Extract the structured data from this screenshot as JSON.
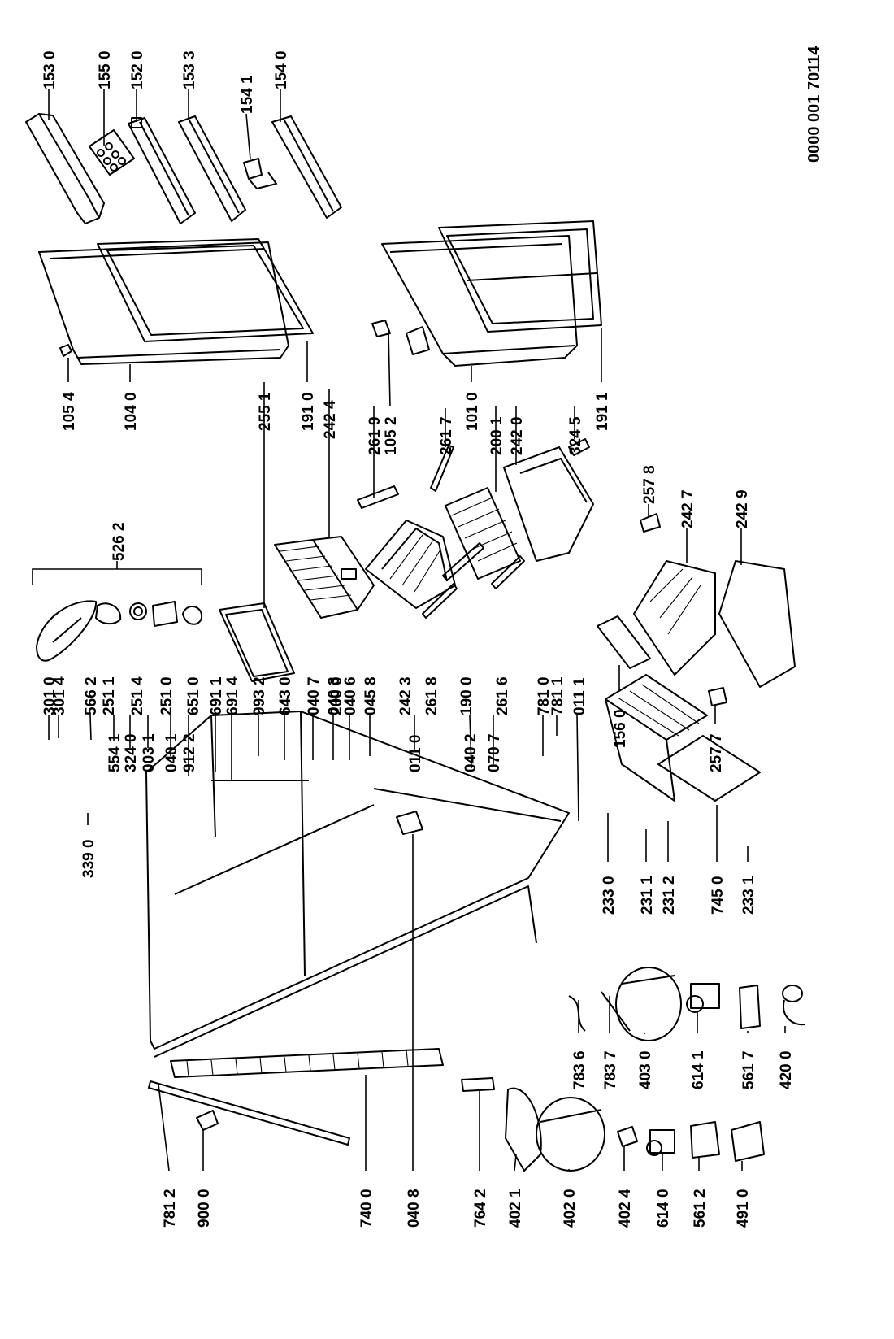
{
  "drawing_number": "0000 001 70114",
  "labels": [
    {
      "id": "l1530",
      "text": "153 0"
    },
    {
      "id": "l1550",
      "text": "155 0"
    },
    {
      "id": "l1520",
      "text": "152 0"
    },
    {
      "id": "l1533",
      "text": "153 3"
    },
    {
      "id": "l1541",
      "text": "154 1"
    },
    {
      "id": "l1540",
      "text": "154 0"
    },
    {
      "id": "l1054",
      "text": "105 4"
    },
    {
      "id": "l1040",
      "text": "104 0"
    },
    {
      "id": "l2551",
      "text": "255 1"
    },
    {
      "id": "l1910",
      "text": "191 0"
    },
    {
      "id": "l2424",
      "text": "242 4"
    },
    {
      "id": "l2619",
      "text": "261 9"
    },
    {
      "id": "l1052",
      "text": "105 2"
    },
    {
      "id": "l2617",
      "text": "261 7"
    },
    {
      "id": "l1010",
      "text": "101 0"
    },
    {
      "id": "l2001",
      "text": "200 1"
    },
    {
      "id": "l2420",
      "text": "242 0"
    },
    {
      "id": "l3245",
      "text": "324 5"
    },
    {
      "id": "l1911",
      "text": "191 1"
    },
    {
      "id": "l5262",
      "text": "526 2"
    },
    {
      "id": "l2511",
      "text": "251 1"
    },
    {
      "id": "l2514",
      "text": "251 4"
    },
    {
      "id": "l2510",
      "text": "251 0"
    },
    {
      "id": "l6510",
      "text": "651 0"
    },
    {
      "id": "l2000",
      "text": "200 0"
    },
    {
      "id": "l2423",
      "text": "242 3"
    },
    {
      "id": "l2618",
      "text": "261 8"
    },
    {
      "id": "l1900",
      "text": "190 0"
    },
    {
      "id": "l2616",
      "text": "261 6"
    },
    {
      "id": "l2578",
      "text": "257 8"
    },
    {
      "id": "l2427",
      "text": "242 7"
    },
    {
      "id": "l2429",
      "text": "242 9"
    },
    {
      "id": "l1560",
      "text": "156 0"
    },
    {
      "id": "l2577",
      "text": "257 7"
    },
    {
      "id": "l3010",
      "text": "301 0"
    },
    {
      "id": "l3014",
      "text": "301 4"
    },
    {
      "id": "l5662",
      "text": "566 2"
    },
    {
      "id": "l5541",
      "text": "554 1"
    },
    {
      "id": "l3240",
      "text": "324 0"
    },
    {
      "id": "l0031",
      "text": "003 1"
    },
    {
      "id": "l0401",
      "text": "040 1"
    },
    {
      "id": "l9122",
      "text": "912 2"
    },
    {
      "id": "l6911",
      "text": "691 1"
    },
    {
      "id": "l6914",
      "text": "691 4"
    },
    {
      "id": "l9932",
      "text": "993 2"
    },
    {
      "id": "l6430",
      "text": "643 0"
    },
    {
      "id": "l0407",
      "text": "040 7"
    },
    {
      "id": "l0403",
      "text": "040 3"
    },
    {
      "id": "l0406",
      "text": "040 6"
    },
    {
      "id": "l0458",
      "text": "045 8"
    },
    {
      "id": "l0110",
      "text": "011 0"
    },
    {
      "id": "l0402",
      "text": "040 2"
    },
    {
      "id": "l0707",
      "text": "070 7"
    },
    {
      "id": "l7810",
      "text": "781 0"
    },
    {
      "id": "l7811",
      "text": "781 1"
    },
    {
      "id": "l0111",
      "text": "011 1"
    },
    {
      "id": "l3390",
      "text": "339 0"
    },
    {
      "id": "l2330",
      "text": "233 0"
    },
    {
      "id": "l2311",
      "text": "231 1"
    },
    {
      "id": "l2312",
      "text": "231 2"
    },
    {
      "id": "l7450",
      "text": "745 0"
    },
    {
      "id": "l2331",
      "text": "233 1"
    },
    {
      "id": "l7836",
      "text": "783 6"
    },
    {
      "id": "l7837",
      "text": "783 7"
    },
    {
      "id": "l4030",
      "text": "403 0"
    },
    {
      "id": "l6141",
      "text": "614 1"
    },
    {
      "id": "l5617",
      "text": "561 7"
    },
    {
      "id": "l4200",
      "text": "420 0"
    },
    {
      "id": "l7812",
      "text": "781 2"
    },
    {
      "id": "l9000",
      "text": "900 0"
    },
    {
      "id": "l7400",
      "text": "740 0"
    },
    {
      "id": "l0408",
      "text": "040 8"
    },
    {
      "id": "l7642",
      "text": "764 2"
    },
    {
      "id": "l4021",
      "text": "402 1"
    },
    {
      "id": "l4020",
      "text": "402 0"
    },
    {
      "id": "l4024",
      "text": "402 4"
    },
    {
      "id": "l6140",
      "text": "614 0"
    },
    {
      "id": "l5612",
      "text": "561 2"
    },
    {
      "id": "l4910",
      "text": "491 0"
    }
  ]
}
